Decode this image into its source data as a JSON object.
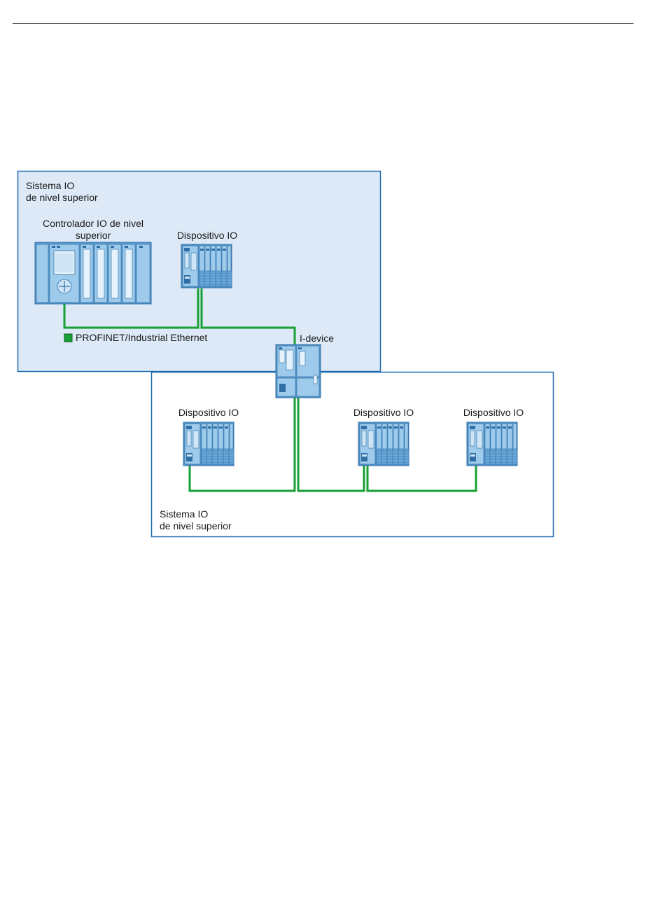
{
  "colors": {
    "upper_box_fill": "#dde9f7",
    "box_stroke": "#1e6bb0",
    "network": "#17a033",
    "module_fill": "#8fc0e4",
    "module_dark": "#4b8fc4"
  },
  "upper_system": {
    "title_line1": "Sistema IO",
    "title_line2": "de nivel superior",
    "controller_label_line1": "Controlador IO de nivel",
    "controller_label_line2": "superior",
    "device_label": "Dispositivo IO"
  },
  "legend": {
    "network_label": "PROFINET/Industrial Ethernet"
  },
  "idevice": {
    "label": "I-device"
  },
  "lower_system": {
    "title_line1": "Sistema IO",
    "title_line2": "de nivel superior",
    "device1_label": "Dispositivo IO",
    "device2_label": "Dispositivo IO",
    "device3_label": "Dispositivo IO"
  },
  "icons": {
    "controller": "s7-1500-controller-icon",
    "io_device": "et200-io-device-icon",
    "idevice": "cpu-idevice-icon"
  }
}
